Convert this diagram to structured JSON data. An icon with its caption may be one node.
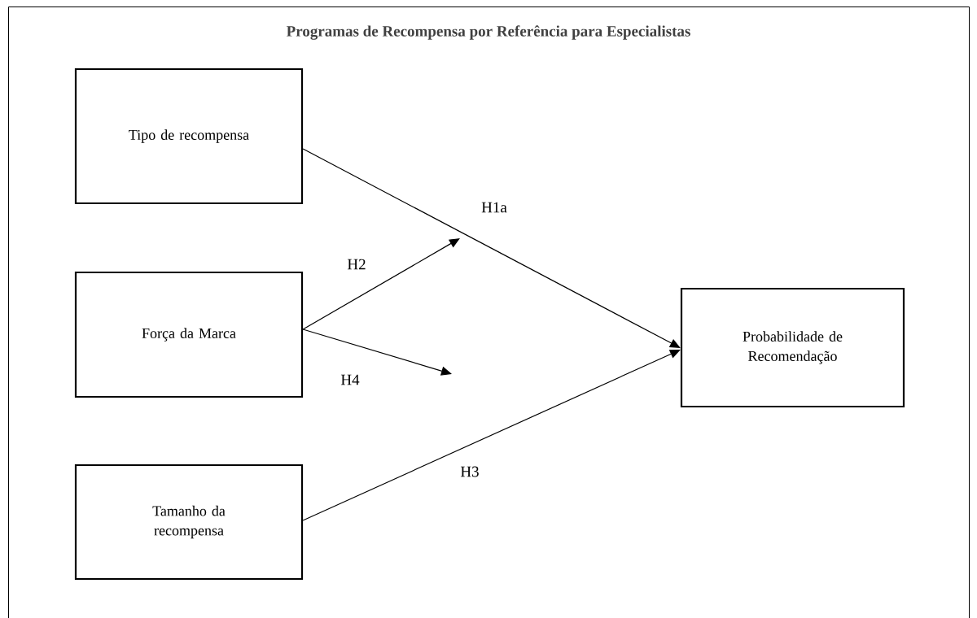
{
  "diagram": {
    "nodes": [
      {
        "text": [
          "Programas de Recompensa por Referência para Especialistas"
        ]
      },
      {
        "text": [
          "Tipo de recompensa"
        ],
        "in": 0
      },
      {
        "text": [
          "Força da Marca"
        ],
        "in": 0
      },
      {
        "text": [
          "Tamanho da recompensa"
        ],
        "in": 0
      },
      {
        "text": [
          "Probabilidade de Recomendação"
        ],
        "in": 0
      }
    ],
    "edges": [
      {
        "from": 1,
        "to": 4,
        "arrow": "to",
        "label": "H1a"
      },
      {
        "from": 2,
        "to": null,
        "arrow": "to",
        "label": "H2"
      },
      {
        "from": 2,
        "to": null,
        "arrow": "to",
        "label": "H4"
      },
      {
        "from": 3,
        "to": 4,
        "arrow": "to",
        "label": "H3"
      }
    ]
  }
}
